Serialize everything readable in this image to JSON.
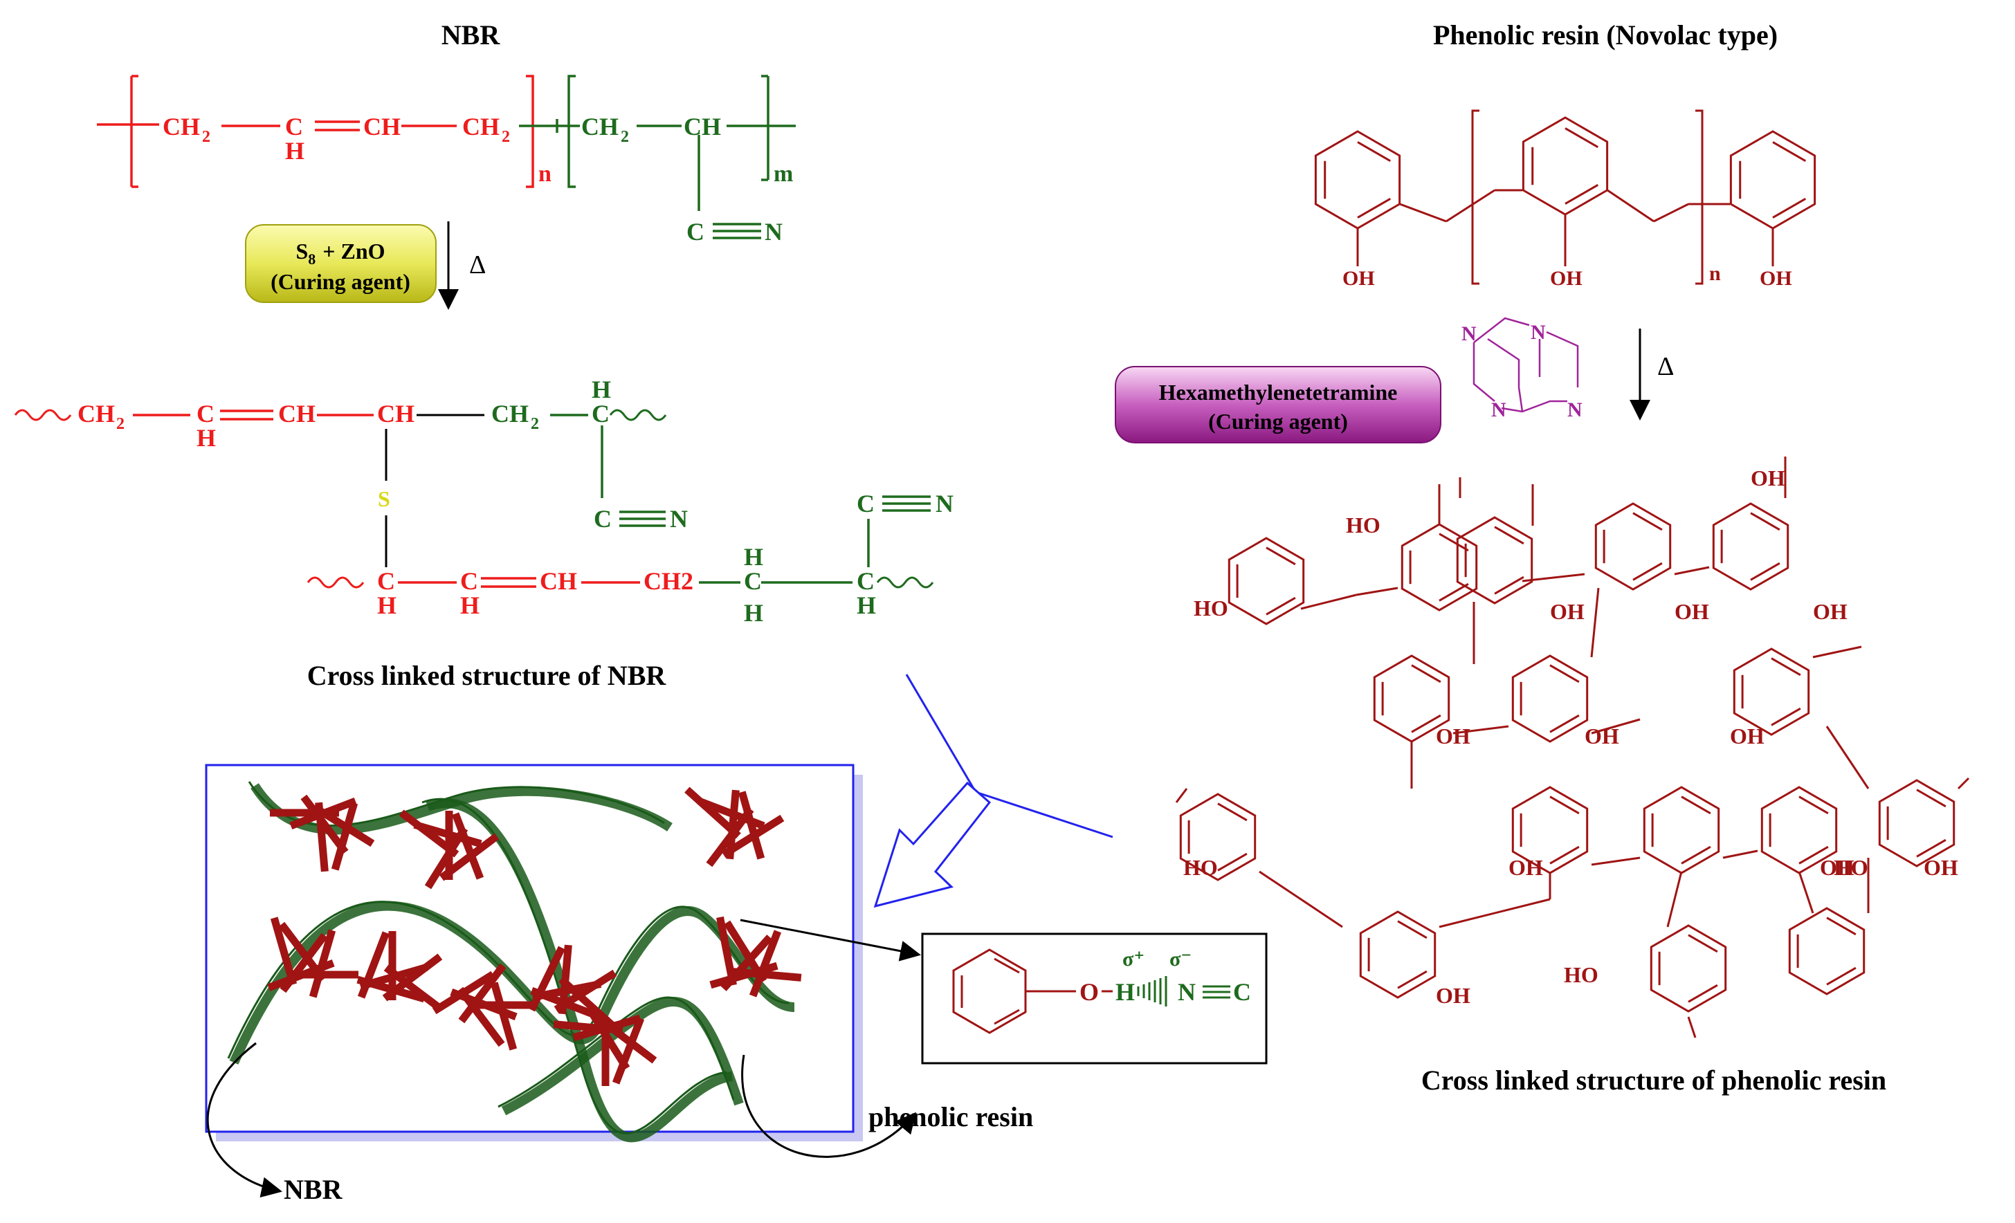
{
  "nbr": {
    "title": "NBR",
    "ch2": "CH",
    "sub2": "2",
    "c": "C",
    "h": "H",
    "ch": "CH",
    "n": "n",
    "m": "m",
    "cn_c": "C",
    "cn_n": "N",
    "curing_l1": "S",
    "curing_sub": "8",
    "curing_rest": "+ ZnO",
    "curing_l2": "(Curing agent)",
    "delta": "Δ",
    "s": "S",
    "ch2_plain": "CH2",
    "caption": "Cross linked structure of NBR"
  },
  "phenolic": {
    "title": "Phenolic resin (Novolac type)",
    "oh": "OH",
    "ho": "HO",
    "n": "n",
    "N": "N",
    "delta": "Δ",
    "curing_l1": "Hexamethylenetetramine",
    "curing_l2": "(Curing agent)",
    "caption": "Cross linked structure of phenolic resin"
  },
  "blend": {
    "hbond_o": "O",
    "hbond_h": "H",
    "hbond_n": "N",
    "hbond_c": "C",
    "sigma_plus": "σ⁺",
    "sigma_minus": "σ⁻",
    "label_phenolic": "phenolic resin",
    "label_nbr": "NBR"
  },
  "colors": {
    "red": "#ee1c1c",
    "green": "#1e6b1e",
    "dark_red": "#a01414",
    "purple": "#a0249a",
    "yellow": "#c8c81e",
    "blue": "#2222ee",
    "dark_green": "#1a5a1a"
  }
}
